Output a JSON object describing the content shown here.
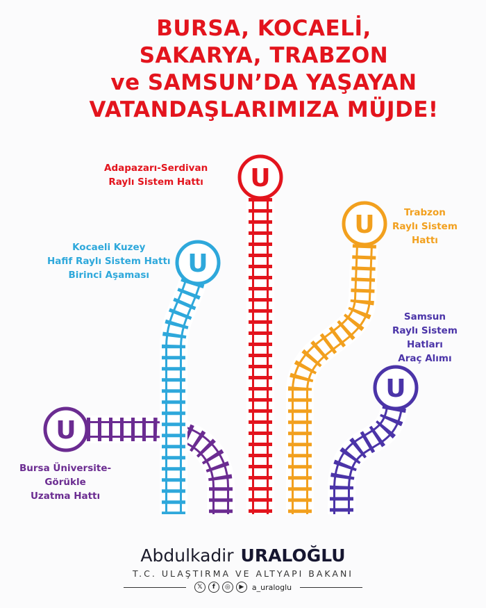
{
  "title": {
    "lines": [
      "BURSA, KOCAELİ,",
      "SAKARYA, TRABZON",
      "ve SAMSUN’DA YAŞAYAN",
      "VATANDAŞLARIMIZA MÜJDE!"
    ]
  },
  "lines": [
    {
      "id": "sakarya",
      "badge": "U",
      "color": "#e3141d",
      "label": [
        "Adapazarı-Serdivan",
        "Raylı Sistem Hattı"
      ]
    },
    {
      "id": "kocaeli",
      "badge": "U",
      "color": "#2ea8db",
      "label": [
        "Kocaeli Kuzey",
        "Hafif Raylı Sistem Hattı",
        "Birinci Aşaması"
      ]
    },
    {
      "id": "trabzon",
      "badge": "U",
      "color": "#f2a01e",
      "label": [
        "Trabzon",
        "Raylı Sistem",
        "Hattı"
      ]
    },
    {
      "id": "samsun",
      "badge": "U",
      "color": "#4b34a8",
      "label": [
        "Samsun",
        "Raylı Sistem",
        "Hatları",
        "Araç Alımı"
      ]
    },
    {
      "id": "bursa",
      "badge": "U",
      "color": "#6b2c91",
      "label": [
        "Bursa Üniversite-",
        "Görükle",
        "Uzatma Hattı"
      ]
    }
  ],
  "footer": {
    "first_name": "Abdulkadir",
    "last_name": "URALOĞLU",
    "title": "T.C. ULAŞTIRMA VE ALTYAPI BAKANI",
    "handle": "a_uraloglu",
    "social_icons": [
      "x-icon",
      "facebook-icon",
      "instagram-icon",
      "youtube-icon"
    ]
  }
}
